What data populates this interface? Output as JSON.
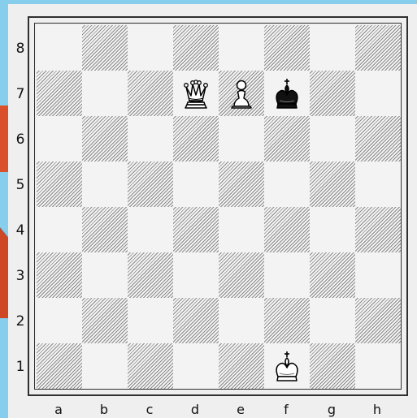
{
  "board": {
    "ranks": [
      "8",
      "7",
      "6",
      "5",
      "4",
      "3",
      "2",
      "1"
    ],
    "files": [
      "a",
      "b",
      "c",
      "d",
      "e",
      "f",
      "g",
      "h"
    ],
    "pieces": [
      {
        "square": "d7",
        "piece": "queen",
        "color": "white"
      },
      {
        "square": "e7",
        "piece": "pawn",
        "color": "white"
      },
      {
        "square": "f7",
        "piece": "king",
        "color": "black"
      },
      {
        "square": "f1",
        "piece": "king",
        "color": "white"
      }
    ]
  },
  "colors": {
    "page_background": "#87cdec",
    "panel_background": "#efefef",
    "accent_orange": "#d9502a",
    "board_light": "#f3f3f3",
    "board_hatch": "#8a8a8a",
    "border": "#2f2f2f"
  },
  "icons": {
    "queen": "chess-queen-icon",
    "pawn": "chess-pawn-icon",
    "king": "chess-king-icon"
  }
}
